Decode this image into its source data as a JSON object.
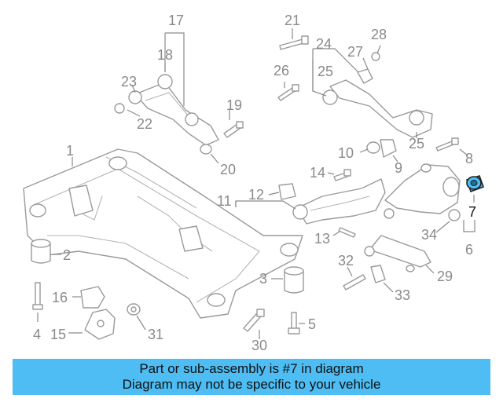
{
  "diagram": {
    "highlight_color": "#4dbdf3",
    "callouts": [
      "1",
      "2",
      "3",
      "4",
      "5",
      "6",
      "7",
      "8",
      "9",
      "10",
      "11",
      "12",
      "13",
      "14",
      "15",
      "16",
      "17",
      "18",
      "19",
      "20",
      "21",
      "22",
      "23",
      "24",
      "25",
      "25",
      "26",
      "27",
      "28",
      "29",
      "30",
      "31",
      "32",
      "33",
      "34"
    ],
    "highlighted_part": "7"
  },
  "banner": {
    "line1": "Part or sub-assembly is #7 in diagram",
    "line2": "Diagram may not be specific to your vehicle",
    "background": "#4dbdf3"
  }
}
